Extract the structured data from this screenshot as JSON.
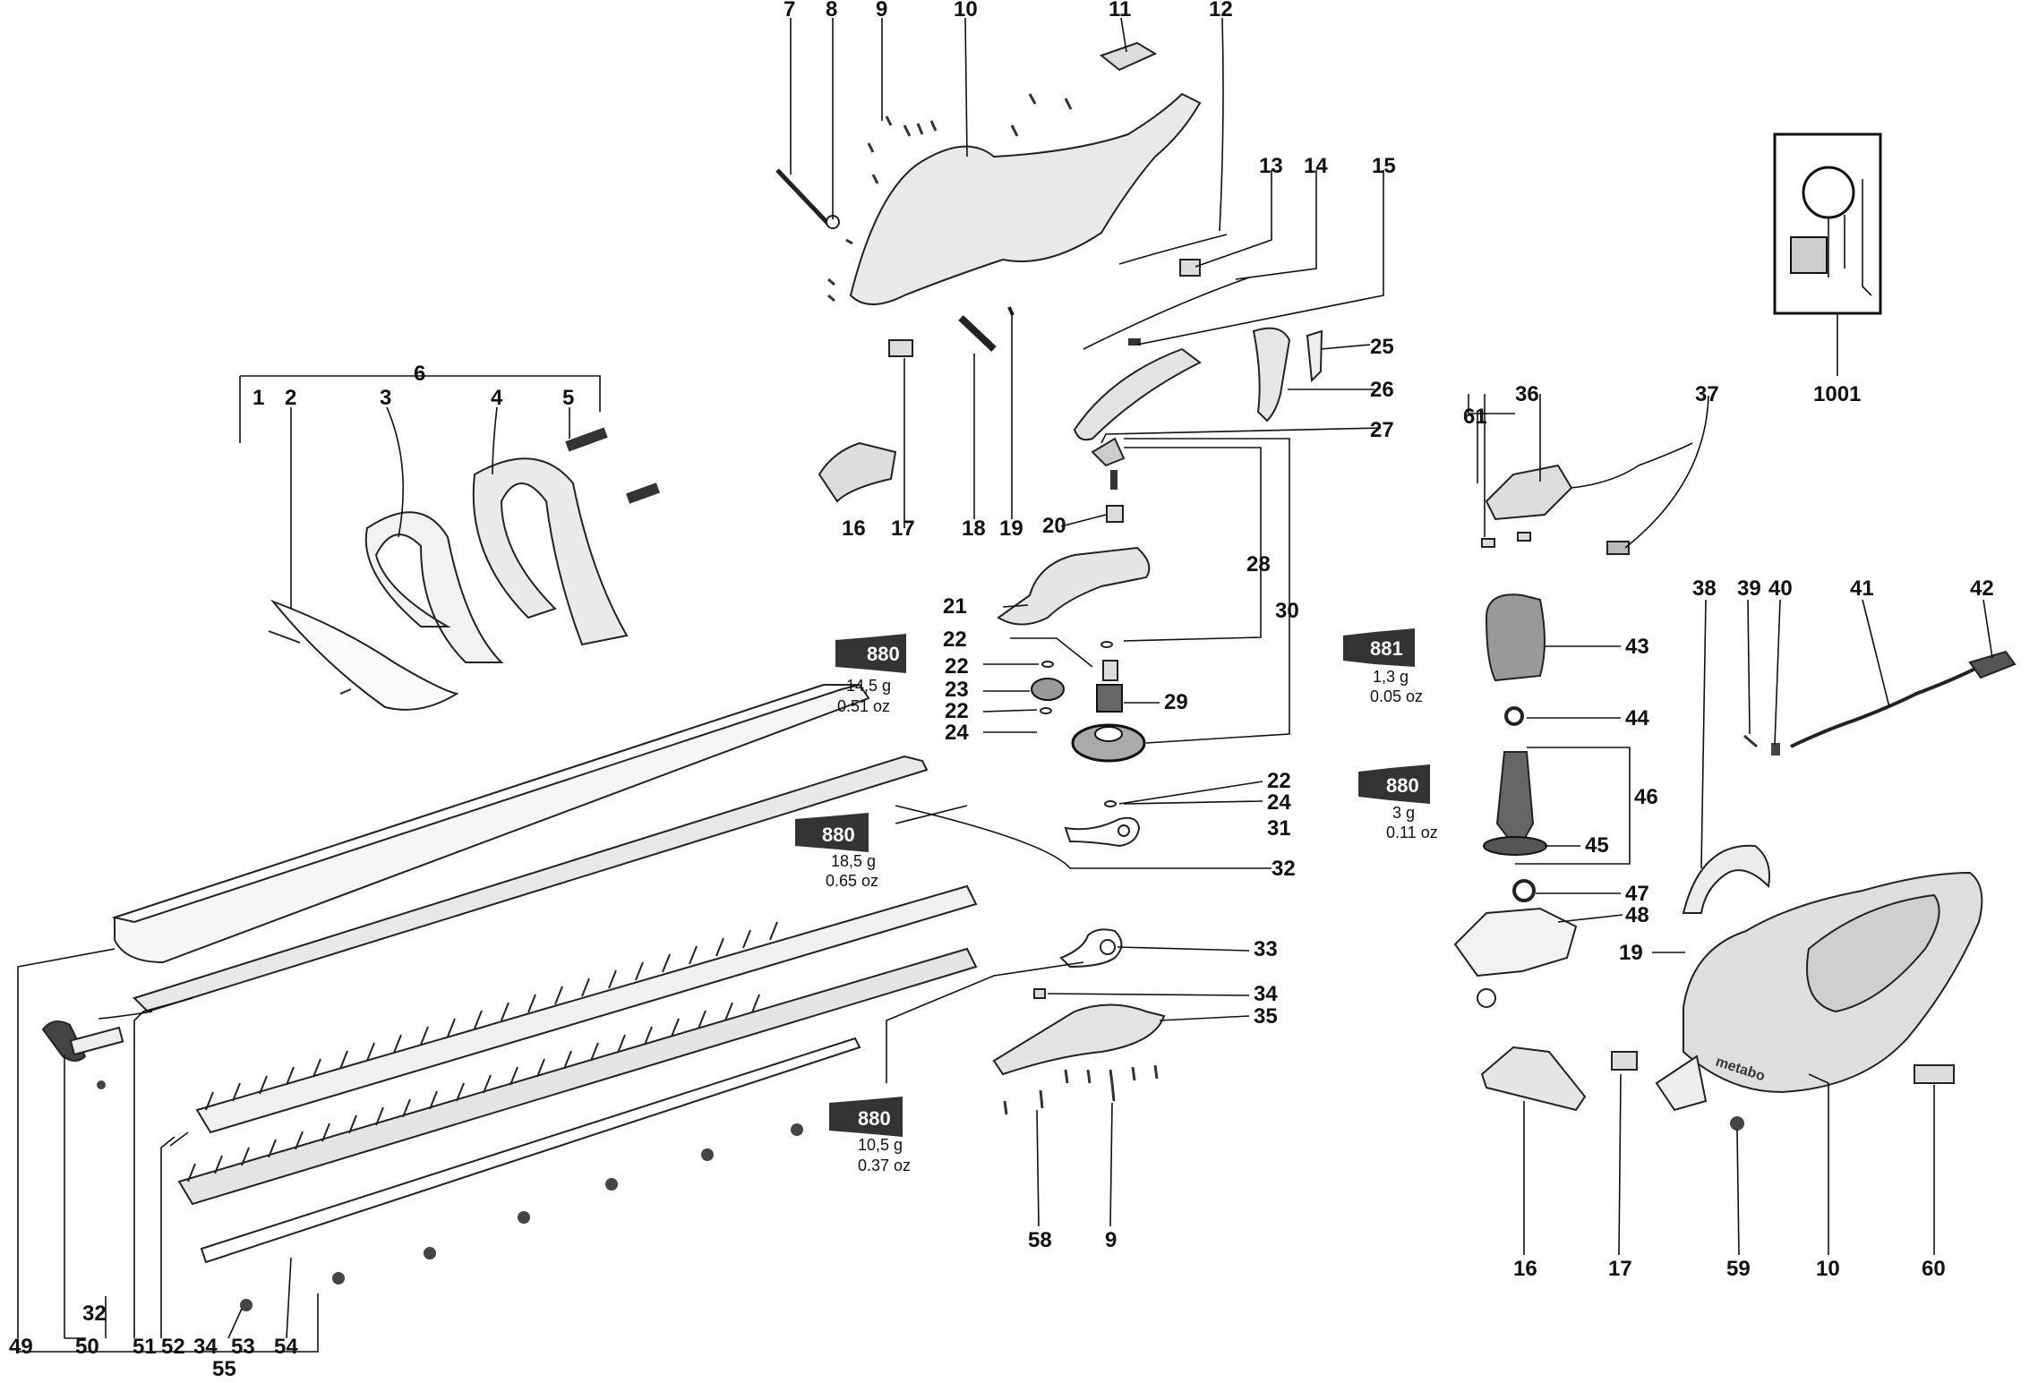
{
  "diagram": {
    "type": "exploded-parts-diagram",
    "brand_mark": "metabo"
  },
  "labels": {
    "n1": "1",
    "n2": "2",
    "n3": "3",
    "n4": "4",
    "n5": "5",
    "n6": "6",
    "n7": "7",
    "n8": "8",
    "n9": "9",
    "n10": "10",
    "n11": "11",
    "n12": "12",
    "n13": "13",
    "n14": "14",
    "n15": "15",
    "n16": "16",
    "n17": "17",
    "n18": "18",
    "n19": "19",
    "n20": "20",
    "n21": "21",
    "n22": "22",
    "n23": "23",
    "n24": "24",
    "n25": "25",
    "n26": "26",
    "n27": "27",
    "n28": "28",
    "n29": "29",
    "n30": "30",
    "n31": "31",
    "n32": "32",
    "n33": "33",
    "n34": "34",
    "n35": "35",
    "n36": "36",
    "n37": "37",
    "n38": "38",
    "n39": "39",
    "n40": "40",
    "n41": "41",
    "n42": "42",
    "n43": "43",
    "n44": "44",
    "n45": "45",
    "n46": "46",
    "n47": "47",
    "n48": "48",
    "n49": "49",
    "n50": "50",
    "n51": "51",
    "n52": "52",
    "n53": "53",
    "n54": "54",
    "n55": "55",
    "n58": "58",
    "n59": "59",
    "n60": "60",
    "n61": "61",
    "n1001": "1001"
  },
  "lubricants": [
    {
      "code": "880",
      "weight": "14,5 g",
      "oz": "0.51 oz"
    },
    {
      "code": "881",
      "weight": "1,3 g",
      "oz": "0.05 oz"
    },
    {
      "code": "880",
      "weight": "3 g",
      "oz": "0.11 oz"
    },
    {
      "code": "880",
      "weight": "18,5 g",
      "oz": "0.65 oz"
    },
    {
      "code": "880",
      "weight": "10,5 g",
      "oz": "0.37 oz"
    }
  ]
}
